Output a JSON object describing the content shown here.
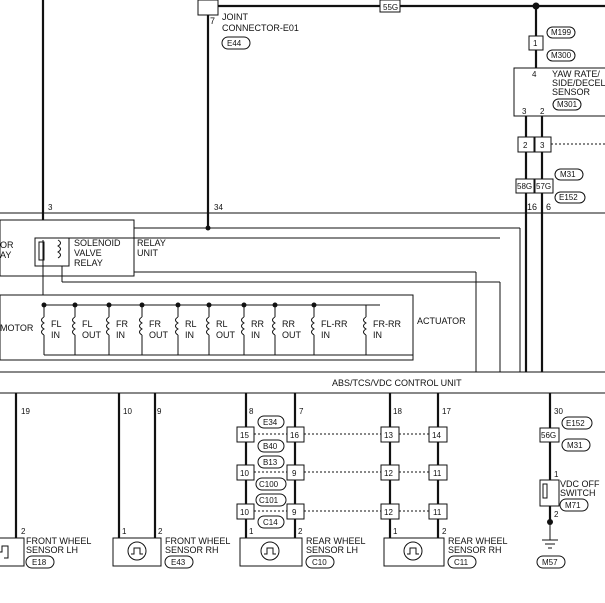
{
  "joint_connector": {
    "pin": "7",
    "line1": "JOINT",
    "line2": "CONNECTOR-E01",
    "conn": "E44"
  },
  "top_wire_color": "55G",
  "yaw_sensor": {
    "conn_a": "M199",
    "pin_top": "1",
    "conn_b": "M300",
    "pin_4": "4",
    "line1": "YAW RATE/",
    "line2": "SIDE/DECEL",
    "line3": "SENSOR",
    "conn_c": "M301",
    "pin_3": "3",
    "pin_2": "2"
  },
  "yaw_connector": {
    "pin_left": "2",
    "pin_right": "3",
    "conn_a": "M31",
    "color_left": "58G",
    "color_right": "57G",
    "conn_b": "E152",
    "unit_pin_left": "16",
    "unit_pin_right": "6"
  },
  "relay_unit": {
    "pin_3": "3",
    "pin_34": "34",
    "motor_relay_partial_1": "OR",
    "motor_relay_partial_2": "AY",
    "solenoid_line1": "SOLENOID",
    "solenoid_line2": "VALVE",
    "solenoid_line3": "RELAY",
    "unit_line1": "RELAY",
    "unit_line2": "UNIT"
  },
  "actuator": {
    "label": "ACTUATOR",
    "motor_label": "MOTOR",
    "valves": [
      {
        "l1": "FL",
        "l2": "IN"
      },
      {
        "l1": "FL",
        "l2": "OUT"
      },
      {
        "l1": "FR",
        "l2": "IN"
      },
      {
        "l1": "FR",
        "l2": "OUT"
      },
      {
        "l1": "RL",
        "l2": "IN"
      },
      {
        "l1": "RL",
        "l2": "OUT"
      },
      {
        "l1": "RR",
        "l2": "IN"
      },
      {
        "l1": "RR",
        "l2": "OUT"
      },
      {
        "l1": "FL-RR",
        "l2": "IN"
      },
      {
        "l1": "FR-RR",
        "l2": "IN"
      }
    ]
  },
  "control_unit_label": "ABS/TCS/VDC CONTROL UNIT",
  "sensors": {
    "front_lh": {
      "pin_19": "19",
      "pin_2": "2",
      "line1": "FRONT WHEEL",
      "line2": "SENSOR LH",
      "conn": "E18"
    },
    "front_rh": {
      "pin_10": "10",
      "pin_9": "9",
      "pin_1": "1",
      "pin_2": "2",
      "line1": "FRONT WHEEL",
      "line2": "SENSOR RH",
      "conn": "E43"
    },
    "rear_lh": {
      "pin_8": "8",
      "pin_7": "7",
      "c1": "E34",
      "c2": "B40",
      "c3": "B13",
      "c4": "C100",
      "c5": "C101",
      "c6": "C14",
      "p15": "15",
      "p16": "16",
      "p10a": "10",
      "p9a": "9",
      "p10b": "10",
      "p9b": "9",
      "pin_1": "1",
      "pin_2": "2",
      "line1": "REAR WHEEL",
      "line2": "SENSOR LH",
      "conn": "C10"
    },
    "rear_rh": {
      "pin_18": "18",
      "pin_17": "17",
      "p13": "13",
      "p14": "14",
      "p12a": "12",
      "p11a": "11",
      "p12b": "12",
      "p11b": "11",
      "pin_1": "1",
      "pin_2": "2",
      "line1": "REAR WHEEL",
      "line2": "SENSOR RH",
      "conn": "C11"
    }
  },
  "vdc_switch": {
    "pin_30": "30",
    "conn_a": "E152",
    "color": "56G",
    "conn_b": "M31",
    "pin_1": "1",
    "pin_2": "2",
    "line1": "VDC OFF",
    "line2": "SWITCH",
    "conn_c": "M71",
    "ground_conn": "M57"
  }
}
